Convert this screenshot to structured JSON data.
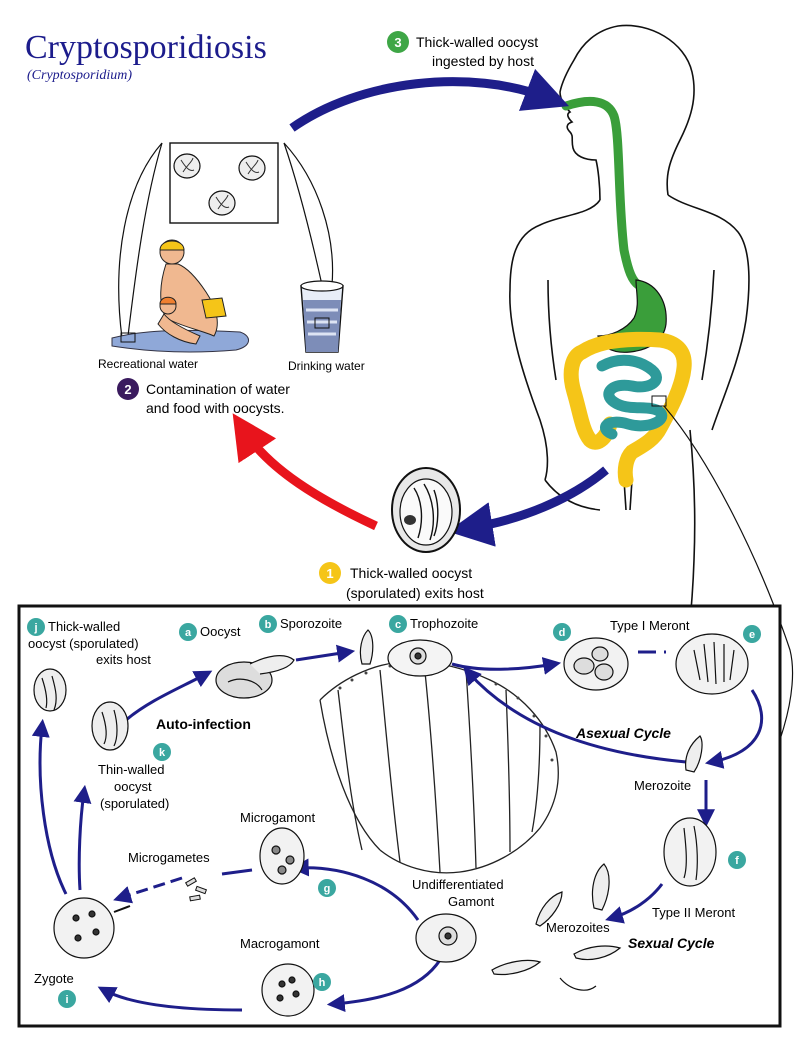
{
  "title": "Cryptosporidiosis",
  "subtitle": "(Cryptosporidium)",
  "colors": {
    "title": "#1c1c8c",
    "host_arrow": "#1e1e8a",
    "exit_arrow": "#e8141c",
    "badge_green": "#3ea646",
    "badge_purple": "#3a1a5e",
    "badge_yellow": "#f5c518",
    "badge_teal": "#3aa7a0",
    "stomach_green": "#3a9e3a",
    "small_intestine_teal": "#2e9a9a",
    "colon_yellow": "#f5c518"
  },
  "steps": {
    "step1": {
      "number": "1",
      "line1": "Thick-walled oocyst",
      "line2": "(sporulated) exits host"
    },
    "step2": {
      "number": "2",
      "line1": "Contamination of water",
      "line2": "and food with oocysts."
    },
    "step3": {
      "number": "3",
      "line1": "Thick-walled oocyst",
      "line2": "ingested by host"
    }
  },
  "sources": {
    "recreational": "Recreational water",
    "drinking": "Drinking water"
  },
  "cycle": {
    "a": {
      "letter": "a",
      "label": "Oocyst"
    },
    "b": {
      "letter": "b",
      "label": "Sporozoite"
    },
    "c": {
      "letter": "c",
      "label": "Trophozoite"
    },
    "d": {
      "letter": "d"
    },
    "e": {
      "letter": "e"
    },
    "type1": "Type I Meront",
    "merozoite": "Merozoite",
    "f": {
      "letter": "f",
      "label": "Type II Meront"
    },
    "merozoites": "Merozoites",
    "undiff_line1": "Undifferentiated",
    "undiff_line2": "Gamont",
    "g": {
      "letter": "g",
      "label": "Microgamont"
    },
    "microgametes": "Microgametes",
    "h": {
      "letter": "h",
      "label": "Macrogamont"
    },
    "i": {
      "letter": "i",
      "label": "Zygote"
    },
    "j": {
      "letter": "j",
      "line1": "Thick-walled",
      "line2": "oocyst (sporulated)",
      "line3": "exits host"
    },
    "k": {
      "letter": "k",
      "line1": "Thin-walled",
      "line2": "oocyst",
      "line3": "(sporulated)"
    },
    "auto_infection": "Auto-infection",
    "asexual": "Asexual Cycle",
    "sexual": "Sexual Cycle"
  }
}
